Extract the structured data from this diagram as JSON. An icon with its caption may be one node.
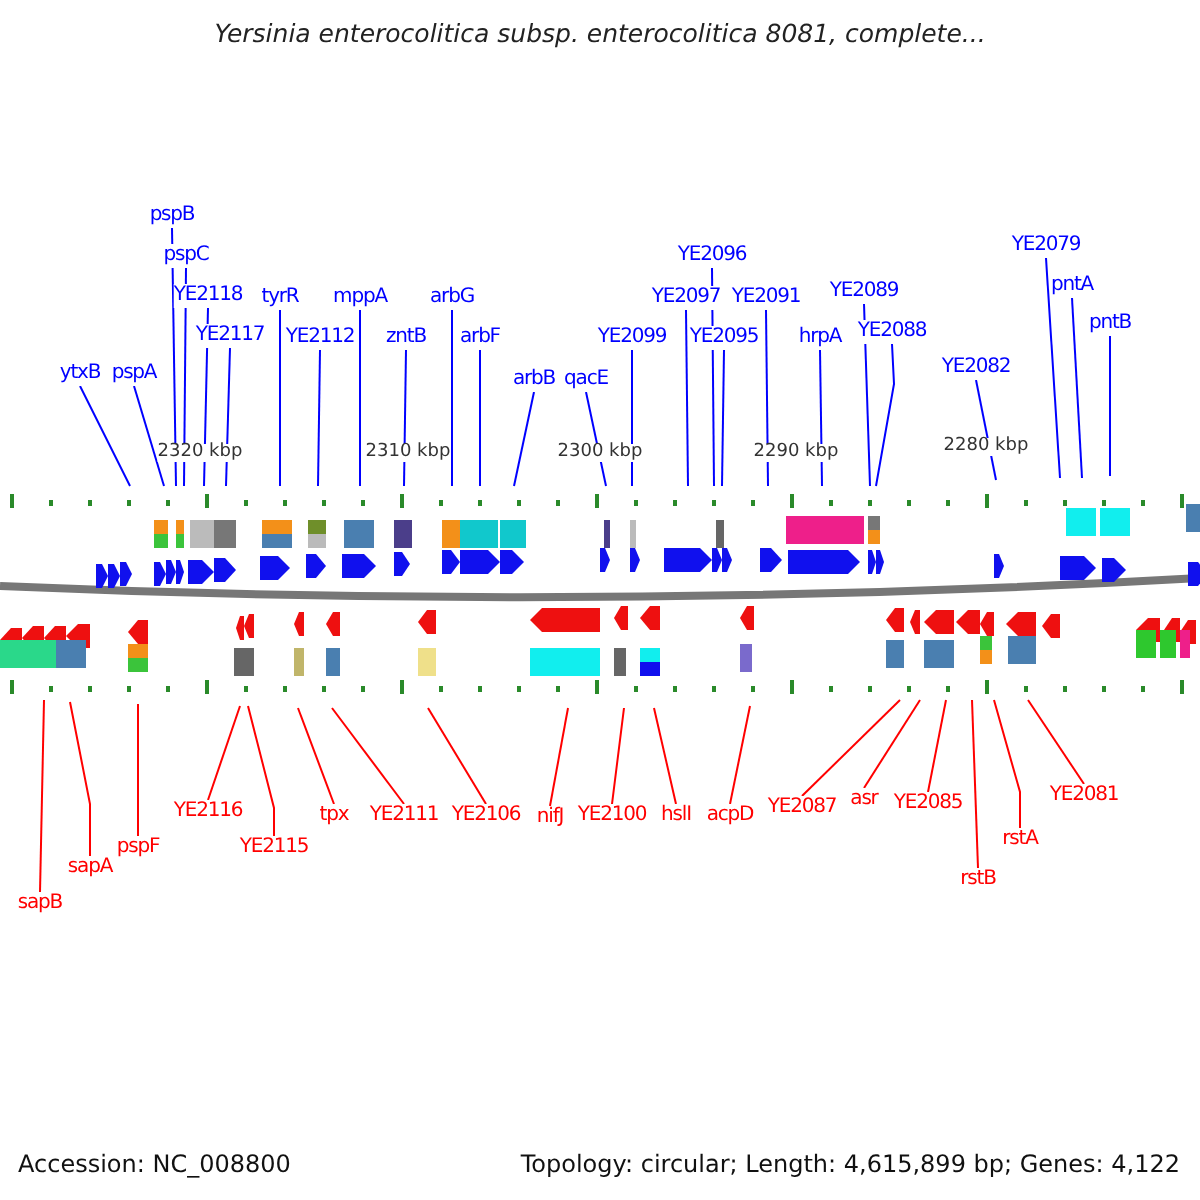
{
  "diagram": {
    "title": "Yersinia enterocolitica subsp. enterocolitica 8081, complete...",
    "nodes": [
      {
        "text": [
          "ytxB"
        ]
      },
      {
        "text": [
          "pspA"
        ]
      },
      {
        "text": [
          "pspB"
        ]
      },
      {
        "text": [
          "pspC"
        ]
      },
      {
        "text": [
          "YE2118"
        ]
      },
      {
        "text": [
          "YE2117"
        ]
      },
      {
        "text": [
          "tyrR"
        ]
      },
      {
        "text": [
          "YE2112"
        ]
      },
      {
        "text": [
          "mppA"
        ]
      },
      {
        "text": [
          "zntB"
        ]
      },
      {
        "text": [
          "arbG"
        ]
      },
      {
        "text": [
          "arbF"
        ]
      },
      {
        "text": [
          "arbB"
        ]
      },
      {
        "text": [
          "qacE"
        ]
      },
      {
        "text": [
          "YE2099"
        ]
      },
      {
        "text": [
          "YE2096"
        ]
      },
      {
        "text": [
          "YE2097"
        ]
      },
      {
        "text": [
          "YE2095"
        ]
      },
      {
        "text": [
          "YE2091"
        ]
      },
      {
        "text": [
          "hrpA"
        ]
      },
      {
        "text": [
          "YE2089"
        ]
      },
      {
        "text": [
          "YE2088"
        ]
      },
      {
        "text": [
          "YE2082"
        ]
      },
      {
        "text": [
          "YE2079"
        ]
      },
      {
        "text": [
          "pntA"
        ]
      },
      {
        "text": [
          "pntB"
        ]
      },
      {
        "text": [
          "sapB"
        ]
      },
      {
        "text": [
          "sapA"
        ]
      },
      {
        "text": [
          "pspF"
        ]
      },
      {
        "text": [
          "YE2116"
        ]
      },
      {
        "text": [
          "YE2115"
        ]
      },
      {
        "text": [
          "tpx"
        ]
      },
      {
        "text": [
          "YE2111"
        ]
      },
      {
        "text": [
          "YE2106"
        ]
      },
      {
        "text": [
          "nifJ"
        ]
      },
      {
        "text": [
          "YE2100"
        ]
      },
      {
        "text": [
          "hslI"
        ]
      },
      {
        "text": [
          "acpD"
        ]
      },
      {
        "text": [
          "YE2087"
        ]
      },
      {
        "text": [
          "asr"
        ]
      },
      {
        "text": [
          "YE2085"
        ]
      },
      {
        "text": [
          "rstB"
        ]
      },
      {
        "text": [
          "rstA"
        ]
      },
      {
        "text": [
          "YE2081"
        ]
      }
    ],
    "edges": [
      {
        "from": 0,
        "to": null,
        "arrow": "none"
      },
      {
        "from": 1,
        "to": null,
        "arrow": "none"
      },
      {
        "from": 2,
        "to": null,
        "arrow": "none"
      },
      {
        "from": 3,
        "to": null,
        "arrow": "none"
      },
      {
        "from": 4,
        "to": null,
        "arrow": "none"
      },
      {
        "from": 5,
        "to": null,
        "arrow": "none"
      },
      {
        "from": 6,
        "to": null,
        "arrow": "none"
      },
      {
        "from": 7,
        "to": null,
        "arrow": "none"
      },
      {
        "from": 8,
        "to": null,
        "arrow": "none"
      },
      {
        "from": 9,
        "to": null,
        "arrow": "none"
      },
      {
        "from": 10,
        "to": null,
        "arrow": "none"
      },
      {
        "from": 11,
        "to": null,
        "arrow": "none"
      },
      {
        "from": 12,
        "to": null,
        "arrow": "none"
      },
      {
        "from": 13,
        "to": null,
        "arrow": "none"
      },
      {
        "from": 14,
        "to": null,
        "arrow": "none"
      },
      {
        "from": 15,
        "to": null,
        "arrow": "none"
      },
      {
        "from": 16,
        "to": null,
        "arrow": "none"
      },
      {
        "from": 17,
        "to": null,
        "arrow": "none"
      },
      {
        "from": 18,
        "to": null,
        "arrow": "none"
      },
      {
        "from": 19,
        "to": null,
        "arrow": "none"
      },
      {
        "from": 20,
        "to": null,
        "arrow": "none"
      },
      {
        "from": 21,
        "to": null,
        "arrow": "none"
      },
      {
        "from": 22,
        "to": null,
        "arrow": "none"
      },
      {
        "from": 23,
        "to": null,
        "arrow": "none"
      },
      {
        "from": 24,
        "to": null,
        "arrow": "none"
      },
      {
        "from": 25,
        "to": null,
        "arrow": "none"
      },
      {
        "from": 26,
        "to": null,
        "arrow": "none",
        "color": "#ff0000"
      },
      {
        "from": 27,
        "to": null,
        "arrow": "none",
        "color": "#ff0000"
      },
      {
        "from": 28,
        "to": null,
        "arrow": "none",
        "color": "#ff0000"
      },
      {
        "from": 29,
        "to": null,
        "arrow": "none",
        "color": "#ff0000"
      },
      {
        "from": 30,
        "to": null,
        "arrow": "none",
        "color": "#ff0000"
      },
      {
        "from": 31,
        "to": null,
        "arrow": "none",
        "color": "#ff0000"
      },
      {
        "from": 32,
        "to": null,
        "arrow": "none",
        "color": "#ff0000"
      },
      {
        "from": 33,
        "to": null,
        "arrow": "none",
        "color": "#ff0000"
      },
      {
        "from": 34,
        "to": null,
        "arrow": "none",
        "color": "#ff0000"
      },
      {
        "from": 35,
        "to": null,
        "arrow": "none",
        "color": "#ff0000"
      },
      {
        "from": 36,
        "to": null,
        "arrow": "none",
        "color": "#ff0000"
      },
      {
        "from": 37,
        "to": null,
        "arrow": "none",
        "color": "#ff0000"
      },
      {
        "from": 38,
        "to": null,
        "arrow": "none",
        "color": "#ff0000"
      },
      {
        "from": 39,
        "to": null,
        "arrow": "none",
        "color": "#ff0000"
      },
      {
        "from": 40,
        "to": null,
        "arrow": "none",
        "color": "#ff0000"
      },
      {
        "from": 41,
        "to": null,
        "arrow": "none",
        "color": "#ff0000"
      },
      {
        "from": 42,
        "to": null,
        "arrow": "none",
        "color": "#ff0000"
      },
      {
        "from": 43,
        "to": null,
        "arrow": "none",
        "color": "#ff0000"
      }
    ],
    "labels": [
      "2320 kbp",
      "2310 kbp",
      "2300 kbp",
      "2290 kbp",
      "2280 kbp",
      "Accession: NC_008800",
      "Topology: circular; Length: 4,615,899 bp; Genes: 4,122"
    ]
  }
}
